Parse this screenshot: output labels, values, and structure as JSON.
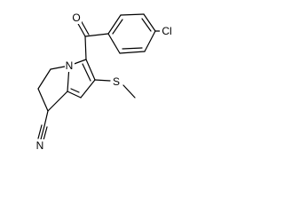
{
  "molecule": {
    "atom_labels": {
      "ring_nitrogen": "N",
      "carbonyl_oxygen": "O",
      "chlorine": "Cl",
      "sulfur": "S",
      "nitrile_nitrogen": "N"
    }
  }
}
